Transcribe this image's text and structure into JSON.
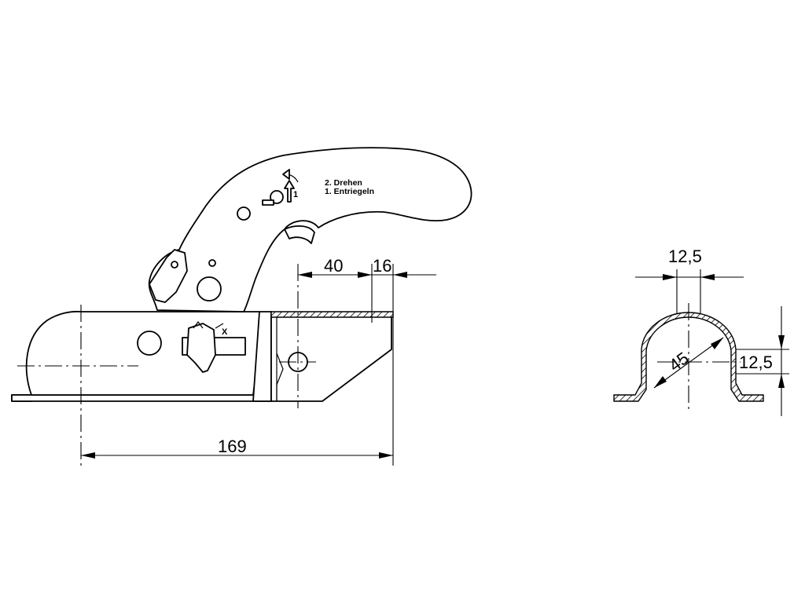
{
  "handle_labels": {
    "line1": "2. Drehen",
    "line2": "1. Entriegeln",
    "arrow_number": "1"
  },
  "side_view_dimensions": {
    "offset_40": "40",
    "offset_16": "16",
    "length_169": "169"
  },
  "section_view_dimensions": {
    "top_width": "12,5",
    "diameter": "45",
    "flange_height": "12,5"
  }
}
